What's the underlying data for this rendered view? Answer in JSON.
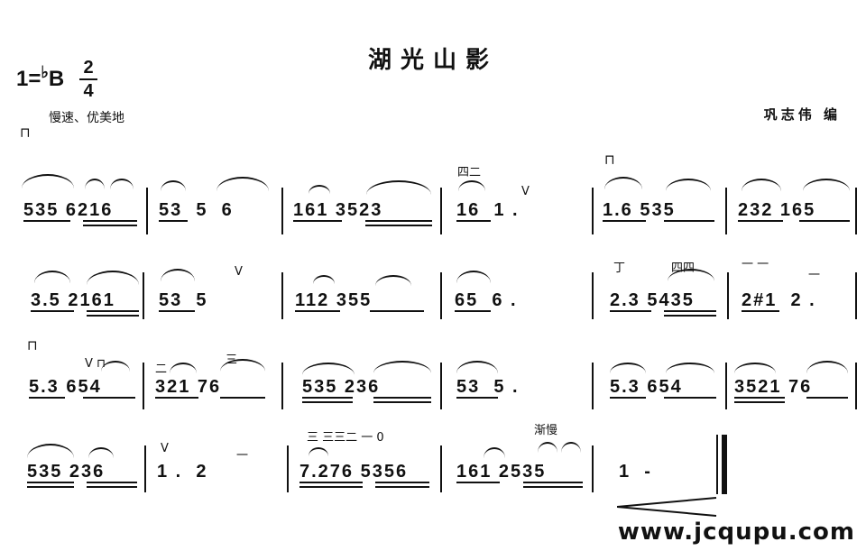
{
  "header": {
    "title": "湖光山影",
    "key": "1=",
    "key_flat": "♭",
    "key_note": "B",
    "meter_top": "2",
    "meter_bottom": "4",
    "tempo": "慢速、优美地",
    "arranger": "巩志伟 编"
  },
  "rows": [
    {
      "marks": [
        "⊓",
        "四二",
        "V",
        "⊓"
      ],
      "measures": [
        "535 6216",
        "53  5  6",
        "161 3523",
        "16  1 .",
        "1.6 535",
        "232 165"
      ]
    },
    {
      "marks": [
        "V",
        "丁",
        "四四",
        "一 一",
        "一"
      ],
      "measures": [
        "3.5 2161",
        "53  5",
        "112 355",
        "65  6 .",
        "2.3 5435",
        "2#1  2 ."
      ]
    },
    {
      "marks": [
        "⊓",
        "V ⊓",
        "二",
        "三"
      ],
      "measures": [
        "5.3 654",
        "321 76",
        "535 236",
        "53  5 .",
        "5.3 654",
        "3521 76"
      ]
    },
    {
      "marks": [
        "V",
        "一",
        "三 三三二  一 0",
        "渐慢"
      ],
      "measures": [
        "535 236",
        "1 .  2",
        "7.276 5356",
        "161 2535",
        "1  -"
      ]
    }
  ],
  "footer": {
    "site": "www.jcqupu.com"
  }
}
